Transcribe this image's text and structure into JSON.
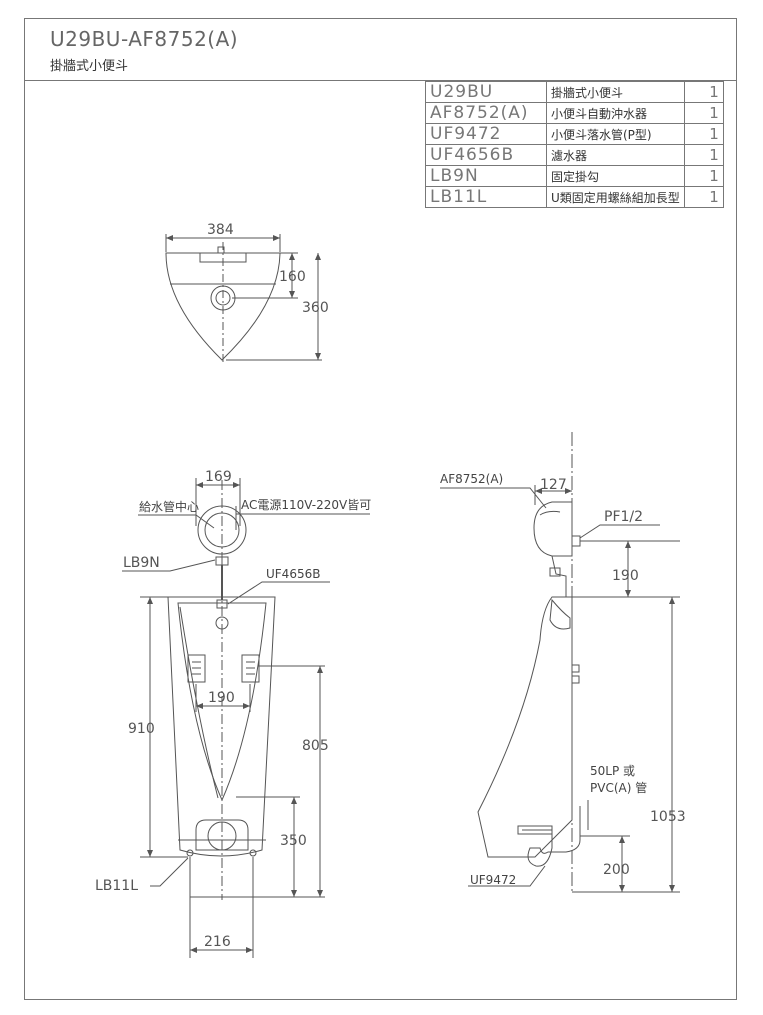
{
  "header": {
    "model": "U29BU-AF8752(A)",
    "subtitle": "掛牆式小便斗"
  },
  "parts_list": [
    {
      "code": "U29BU",
      "name": "掛牆式小便斗",
      "qty": "1"
    },
    {
      "code": "AF8752(A)",
      "name": "小便斗自動沖水器",
      "qty": "1"
    },
    {
      "code": "UF9472",
      "name": "小便斗落水管(P型)",
      "qty": "1"
    },
    {
      "code": "UF4656B",
      "name": "濾水器",
      "qty": "1"
    },
    {
      "code": "LB9N",
      "name": "固定掛勾",
      "qty": "1"
    },
    {
      "code": "LB11L",
      "name": "U類固定用螺絲組加長型",
      "qty": "1"
    }
  ],
  "top_view": {
    "dim_width": "384",
    "dim_160": "160",
    "dim_360": "360"
  },
  "front_view": {
    "dim_169": "169",
    "label_supply": "給水管中心",
    "label_power": "AC電源110V-220V皆可",
    "label_lb9n": "LB9N",
    "label_uf4656b": "UF4656B",
    "dim_190": "190",
    "dim_910": "910",
    "dim_805": "805",
    "dim_350": "350",
    "label_lb11l": "LB11L",
    "dim_216": "216"
  },
  "side_view": {
    "label_af8752": "AF8752(A)",
    "dim_127": "127",
    "label_pf": "PF1/2",
    "dim_190": "190",
    "label_pipe_1": "50LP 或",
    "label_pipe_2": "PVC(A) 管",
    "dim_1053": "1053",
    "dim_200": "200",
    "label_uf9472": "UF9472"
  }
}
